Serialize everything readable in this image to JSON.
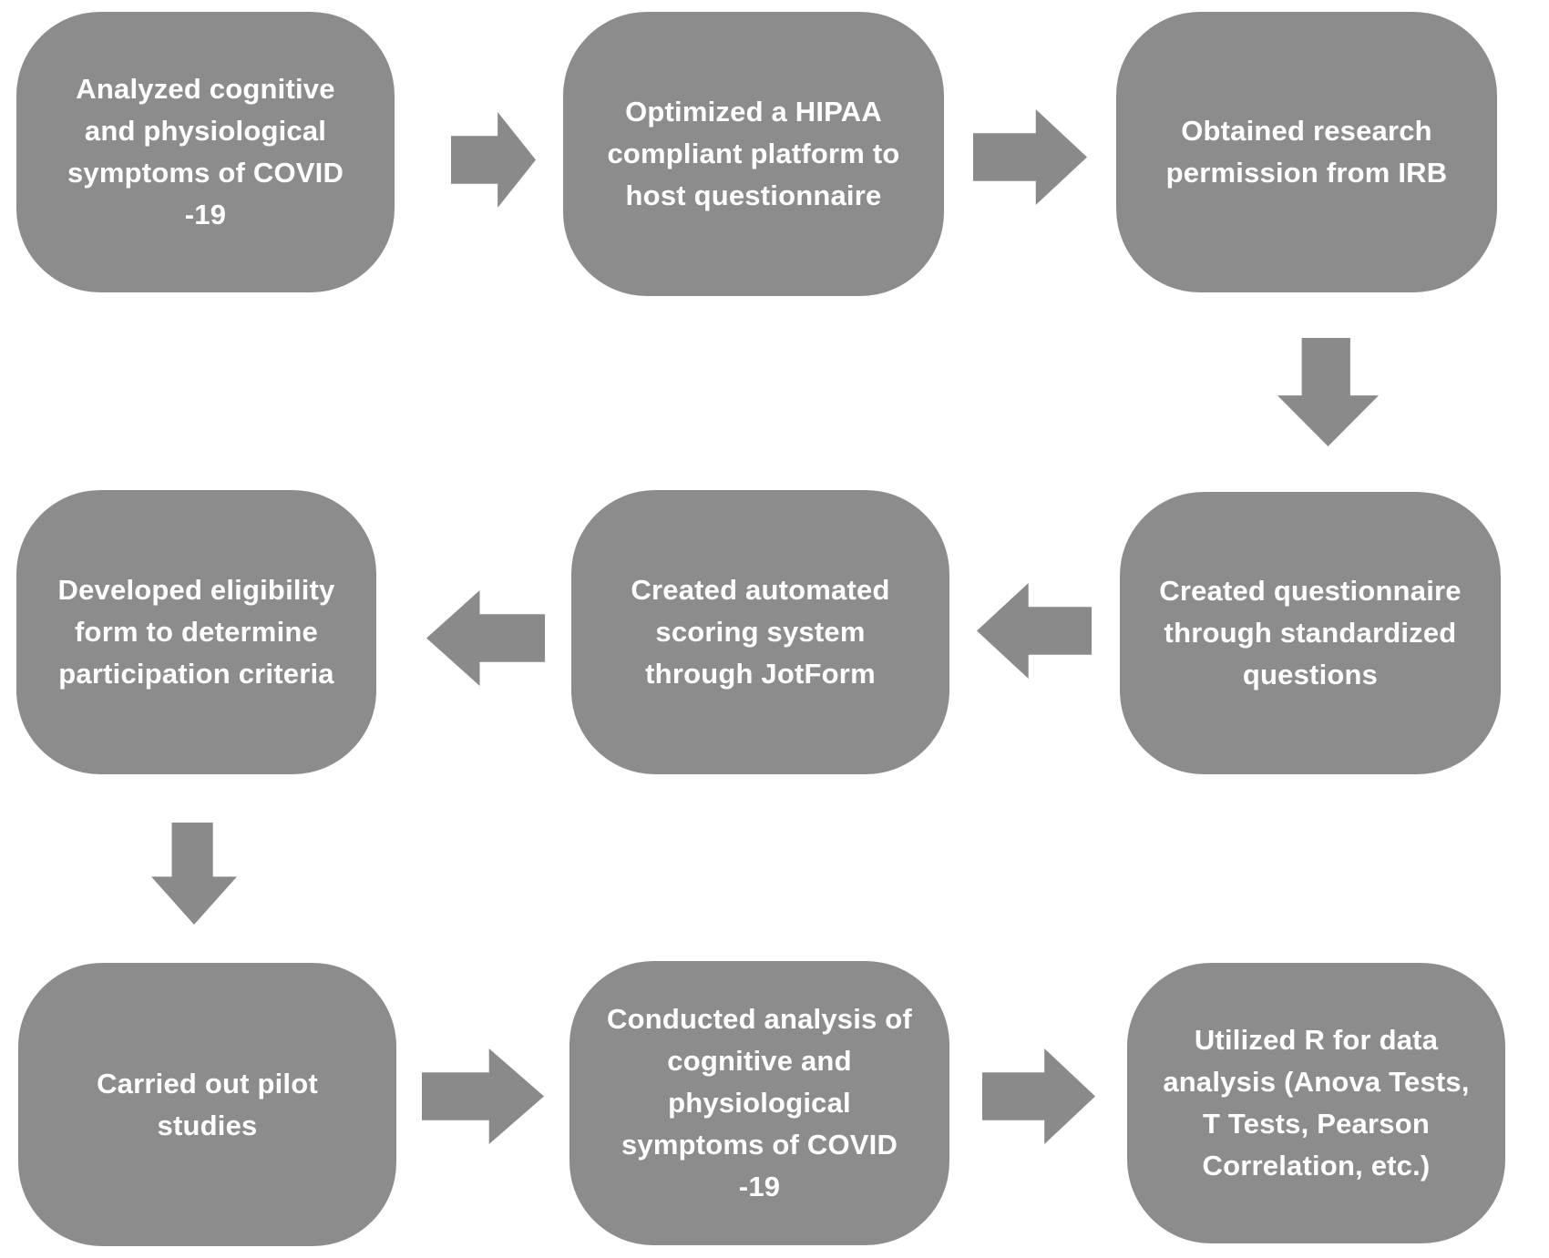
{
  "diagram": {
    "type": "flowchart",
    "colors": {
      "background": "#ffffff",
      "box_fill": "#8c8c8c",
      "arrow_fill": "#8a8a8a",
      "text_color": "#ffffff"
    },
    "steps": [
      {
        "id": 1,
        "lines": [
          "Analyzed cognitive",
          "and physiological",
          "symptoms of COVID",
          "-19"
        ]
      },
      {
        "id": 2,
        "lines": [
          "Optimized a HIPAA",
          "compliant platform to",
          "host questionnaire"
        ]
      },
      {
        "id": 3,
        "lines": [
          "Obtained research",
          "permission from IRB"
        ]
      },
      {
        "id": 4,
        "lines": [
          "Created questionnaire",
          "through standardized",
          "questions"
        ]
      },
      {
        "id": 5,
        "lines": [
          "Created automated",
          "scoring system",
          "through JotForm"
        ]
      },
      {
        "id": 6,
        "lines": [
          "Developed eligibility",
          "form to determine",
          "participation criteria"
        ]
      },
      {
        "id": 7,
        "lines": [
          "Carried out pilot",
          "studies"
        ]
      },
      {
        "id": 8,
        "lines": [
          "Conducted analysis of",
          "cognitive and",
          "physiological",
          "symptoms of COVID",
          "-19"
        ]
      },
      {
        "id": 9,
        "lines": [
          "Utilized R for data",
          "analysis (Anova Tests,",
          "T Tests, Pearson",
          "Correlation, etc.)"
        ]
      }
    ],
    "edges": [
      {
        "from": 1,
        "to": 2,
        "direction": "right"
      },
      {
        "from": 2,
        "to": 3,
        "direction": "right"
      },
      {
        "from": 3,
        "to": 4,
        "direction": "down"
      },
      {
        "from": 4,
        "to": 5,
        "direction": "left"
      },
      {
        "from": 5,
        "to": 6,
        "direction": "left"
      },
      {
        "from": 6,
        "to": 7,
        "direction": "down"
      },
      {
        "from": 7,
        "to": 8,
        "direction": "right"
      },
      {
        "from": 8,
        "to": 9,
        "direction": "right"
      }
    ]
  }
}
